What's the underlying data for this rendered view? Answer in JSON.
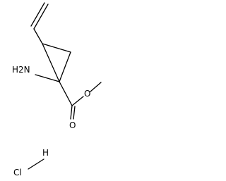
{
  "molecule": {
    "atoms": {
      "amine": "H2N",
      "ester_oxygen": "O",
      "carbonyl_oxygen": "O",
      "hydrogen": "H",
      "chlorine": "Cl"
    },
    "bond_color": "#000000",
    "label_color": "#000000",
    "background_color": "#ffffff"
  }
}
